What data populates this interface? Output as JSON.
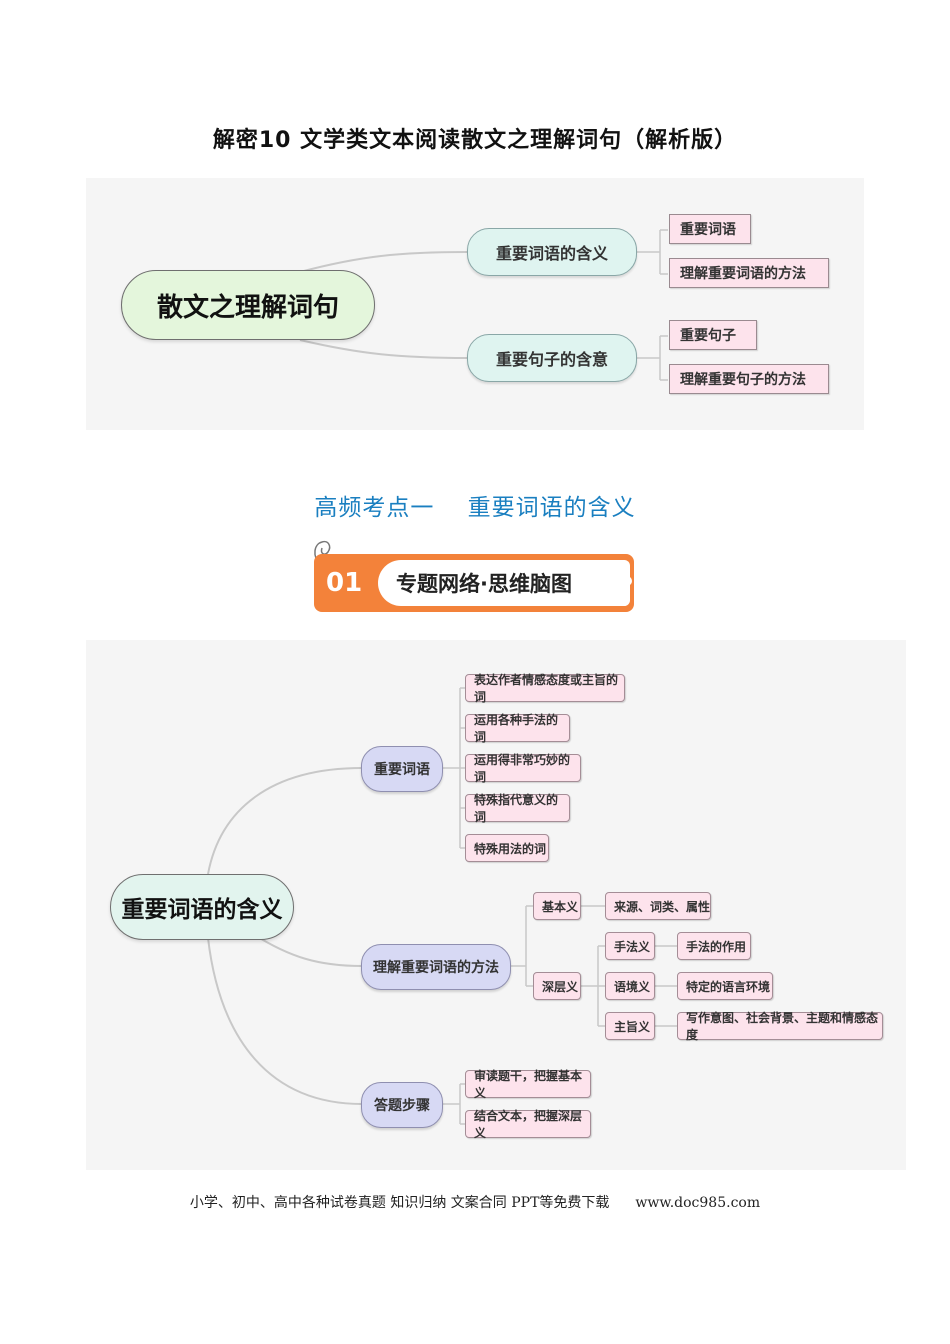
{
  "header": {
    "title": "解密10  文学类文本阅读散文之理解词句（解析版）"
  },
  "mindmap1": {
    "root": "散文之理解词句",
    "branches": [
      {
        "label": "重要词语的含义",
        "children": [
          "重要词语",
          "理解重要词语的方法"
        ]
      },
      {
        "label": "重要句子的含意",
        "children": [
          "重要句子",
          "理解重要句子的方法"
        ]
      }
    ]
  },
  "section": {
    "heading": "高频考点一    重要词语的含义",
    "banner_number": "01",
    "banner_text": "专题网络·思维脑图"
  },
  "mindmap2": {
    "root": "重要词语的含义",
    "branch_a": {
      "label": "重要词语",
      "children": [
        "表达作者情感态度或主旨的词",
        "运用各种手法的词",
        "运用得非常巧妙的词",
        "特殊指代意义的词",
        "特殊用法的词"
      ]
    },
    "branch_b": {
      "label": "理解重要词语的方法",
      "basic": {
        "label": "基本义",
        "child": "来源、词类、属性"
      },
      "deep": {
        "label": "深层义",
        "items": [
          {
            "label": "手法义",
            "child": "手法的作用"
          },
          {
            "label": "语境义",
            "child": "特定的语言环境"
          },
          {
            "label": "主旨义",
            "child": "写作意图、社会背景、主题和情感态度"
          }
        ]
      }
    },
    "branch_c": {
      "label": "答题步骤",
      "children": [
        "审读题干，把握基本义",
        "结合文本，把握深层义"
      ]
    }
  },
  "footer": {
    "text": "小学、初中、高中各种试卷真题  知识归纳  文案合同  PPT等免费下载",
    "url": "www.doc985.com"
  }
}
